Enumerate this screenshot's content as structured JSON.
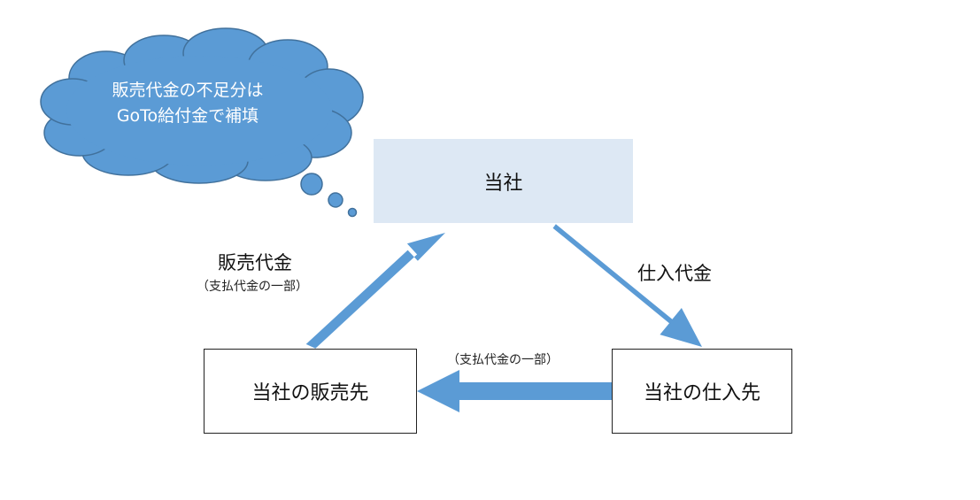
{
  "diagram": {
    "thought_bubble": {
      "line1": "販売代金の不足分は",
      "line2": "GoTo給付金で補填"
    },
    "nodes": {
      "company": "当社",
      "customer": "当社の販売先",
      "supplier": "当社の仕入先"
    },
    "edges": {
      "sales": {
        "label": "販売代金",
        "sub_label": "（支払代金の一部）"
      },
      "purchase": {
        "label": "仕入代金"
      },
      "direct": {
        "sub_label": "（支払代金の一部）"
      }
    },
    "colors": {
      "arrow": "#5b9bd5",
      "cloud_fill": "#5b9bd5",
      "cloud_stroke": "#41719c",
      "company_box": "#dde8f4"
    }
  }
}
